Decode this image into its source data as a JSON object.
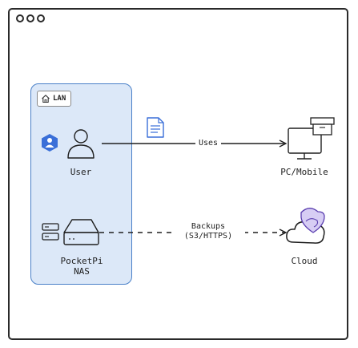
{
  "group": {
    "label": "LAN"
  },
  "nodes": {
    "user": {
      "label": "User"
    },
    "nas": {
      "label": "PocketPi\nNAS"
    },
    "client": {
      "label": "PC/Mobile"
    },
    "cloud": {
      "label": "Cloud"
    }
  },
  "edges": [
    {
      "from": "user",
      "to": "client",
      "label": "Uses",
      "style": "solid"
    },
    {
      "from": "nas",
      "to": "cloud",
      "label": "Backups\n(S3/HTTPS)",
      "style": "dashed"
    }
  ],
  "colors": {
    "group_fill": "#dce8f8",
    "group_border": "#4a80c8",
    "accent": "#3a6fd8",
    "stroke": "#1f1f1f"
  },
  "icons": [
    "window-dots-icon",
    "home-icon",
    "user-badge-icon",
    "person-icon",
    "document-icon",
    "nas-drive-icon",
    "server-rack-icon",
    "computer-monitor-icon",
    "cloud-icon",
    "shield-badge-icon"
  ]
}
